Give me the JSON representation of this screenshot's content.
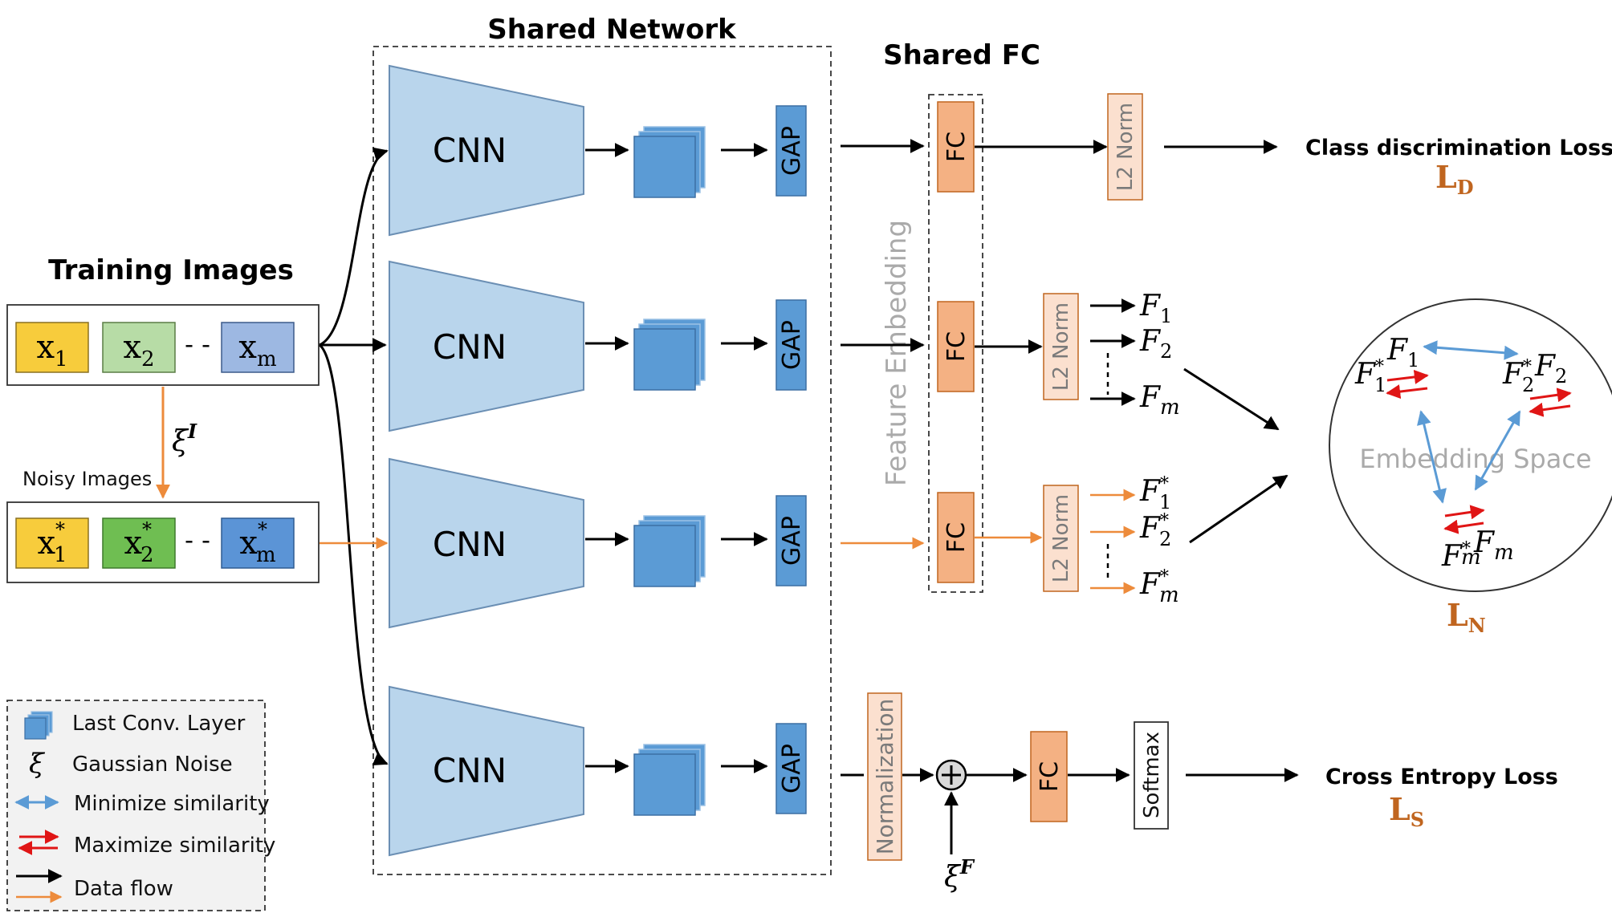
{
  "titles": {
    "shared_network": "Shared Network",
    "shared_fc": "Shared FC",
    "training_images": "Training Images",
    "noisy_images": "Noisy Images"
  },
  "inputs": {
    "clean": [
      {
        "base": "x",
        "sub": "1",
        "sup": "",
        "color": "#f7cc3c"
      },
      {
        "base": "x",
        "sub": "2",
        "sup": "",
        "color": "#b7dca6"
      },
      {
        "base": "x",
        "sub": "m",
        "sup": "",
        "color": "#9db8e2"
      }
    ],
    "noisy": [
      {
        "base": "x",
        "sub": "1",
        "sup": "*",
        "color": "#f7cc3c"
      },
      {
        "base": "x",
        "sub": "2",
        "sup": "*",
        "color": "#6fbe52"
      },
      {
        "base": "x",
        "sub": "m",
        "sup": "*",
        "color": "#5b94d6"
      }
    ],
    "dash": "- -"
  },
  "noise": {
    "image_noise": {
      "base": "ξ",
      "sup": "I"
    },
    "feature_noise": {
      "base": "ξ",
      "sup": "F"
    }
  },
  "branches": {
    "cnn_label": "CNN",
    "gap_label": "GAP",
    "fc_label": "FC",
    "l2_label": "L2 Norm",
    "normalization_label": "Normalization",
    "softmax_label": "Softmax",
    "feature_embedding_label": "Feature Embedding"
  },
  "features": {
    "clean": [
      {
        "base": "F",
        "sub": "1",
        "sup": ""
      },
      {
        "base": "F",
        "sub": "2",
        "sup": ""
      },
      {
        "base": "F",
        "sub": "m",
        "sup": ""
      }
    ],
    "noisy": [
      {
        "base": "F",
        "sub": "1",
        "sup": "*"
      },
      {
        "base": "F",
        "sub": "2",
        "sup": "*"
      },
      {
        "base": "F",
        "sub": "m",
        "sup": "*"
      }
    ]
  },
  "embedding_space": {
    "label": "Embedding Space",
    "points": [
      {
        "base": "F",
        "sub": "1",
        "sup": ""
      },
      {
        "base": "F",
        "sub": "1",
        "sup": "*"
      },
      {
        "base": "F",
        "sub": "2",
        "sup": ""
      },
      {
        "base": "F",
        "sub": "2",
        "sup": "*"
      },
      {
        "base": "F",
        "sub": "m",
        "sup": ""
      },
      {
        "base": "F",
        "sub": "m",
        "sup": "*"
      }
    ]
  },
  "losses": {
    "discrimination": {
      "name": "Class discrimination Loss",
      "symbol": "L",
      "sub": "D"
    },
    "neighborhood": {
      "symbol": "L",
      "sub": "N"
    },
    "cross_entropy": {
      "name": "Cross Entropy Loss",
      "symbol": "L",
      "sub": "S"
    }
  },
  "legend": [
    {
      "icon": "stacked-squares-icon",
      "label": "Last Conv. Layer"
    },
    {
      "icon": "xi-symbol-icon",
      "label": "Gaussian Noise"
    },
    {
      "icon": "double-headed-arrow-icon",
      "label": "Minimize similarity"
    },
    {
      "icon": "opposing-arrows-icon",
      "label": "Maximize similarity"
    },
    {
      "icon": "flow-arrows-icon",
      "label": "Data flow"
    }
  ],
  "colors": {
    "cnn_fill": "#b9d5ec",
    "cnn_stroke": "#6b8fb4",
    "block_fill": "#5b9bd5",
    "orange_fill": "#f4b183",
    "orange_stroke": "#c0651f",
    "flow_orange": "#ed8b3b",
    "minimize_blue": "#5b9bd5",
    "maximize_red": "#e01515",
    "loss_symbol": "#c0651f"
  }
}
